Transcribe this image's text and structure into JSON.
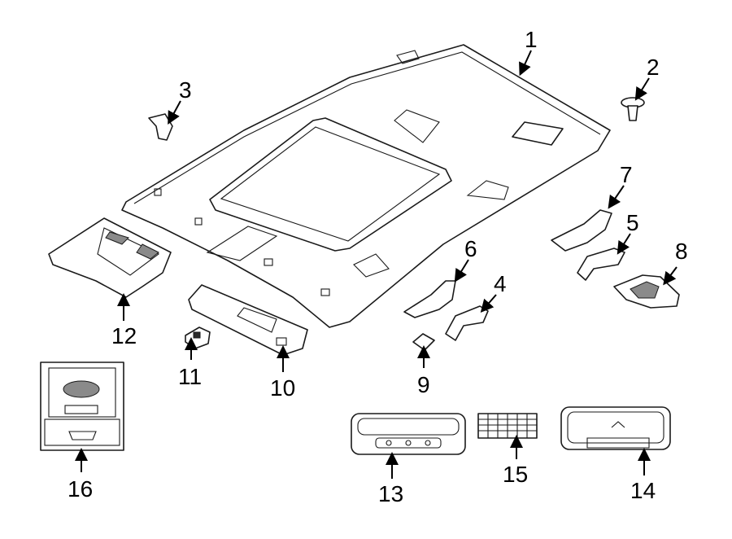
{
  "callouts": [
    {
      "id": "p1",
      "label": "1"
    },
    {
      "id": "p2",
      "label": "2"
    },
    {
      "id": "p3",
      "label": "3"
    },
    {
      "id": "p4",
      "label": "4"
    },
    {
      "id": "p5",
      "label": "5"
    },
    {
      "id": "p6",
      "label": "6"
    },
    {
      "id": "p7",
      "label": "7"
    },
    {
      "id": "p8",
      "label": "8"
    },
    {
      "id": "p9",
      "label": "9"
    },
    {
      "id": "p10",
      "label": "10"
    },
    {
      "id": "p11",
      "label": "11"
    },
    {
      "id": "p12",
      "label": "12"
    },
    {
      "id": "p13",
      "label": "13"
    },
    {
      "id": "p14",
      "label": "14"
    },
    {
      "id": "p15",
      "label": "15"
    },
    {
      "id": "p16",
      "label": "16"
    }
  ],
  "colors": {
    "line": "#1a1a1a",
    "fill": "#ffffff",
    "shade": "#8a8a8a"
  }
}
